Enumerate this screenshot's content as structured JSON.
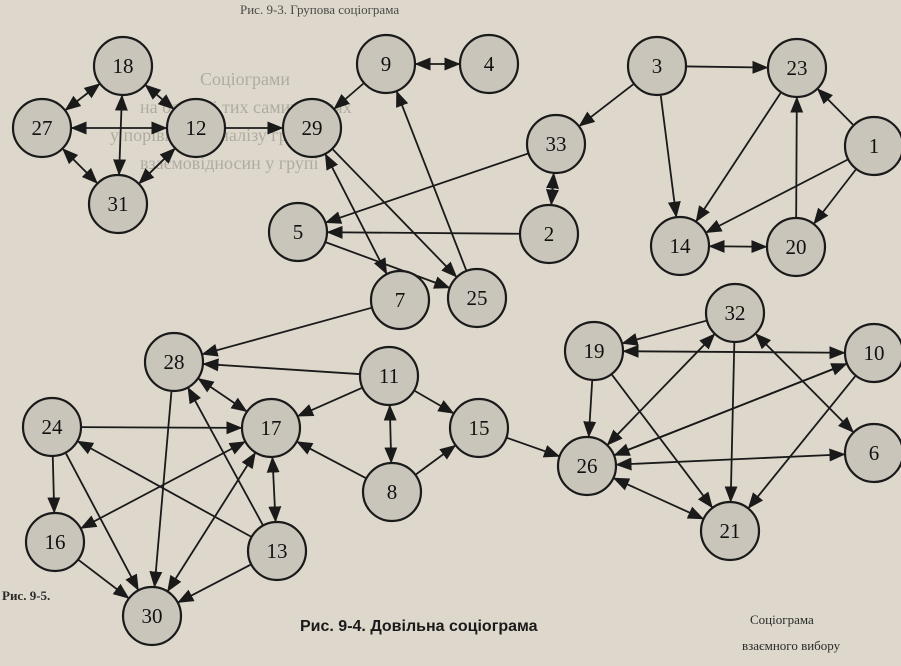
{
  "caption": "Рис. 9-4. Довільна соціограма",
  "background_text": [
    "Соціограми",
    "на одних і тих самих людях",
    "у порівнянні аналізу груп",
    "взаємовідносин у групі"
  ],
  "corner_fragments": {
    "top": "Рис. 9-3. Групова соціограма",
    "bottom_left_1": "Рис. 9-5.",
    "bottom_left_2": "Соціограма",
    "bottom_left_3": "взаємного вибору"
  },
  "nodes": [
    {
      "id": "18"
    },
    {
      "id": "27"
    },
    {
      "id": "12"
    },
    {
      "id": "31"
    },
    {
      "id": "29"
    },
    {
      "id": "9"
    },
    {
      "id": "4"
    },
    {
      "id": "3"
    },
    {
      "id": "23"
    },
    {
      "id": "1"
    },
    {
      "id": "33"
    },
    {
      "id": "5"
    },
    {
      "id": "2"
    },
    {
      "id": "14"
    },
    {
      "id": "20"
    },
    {
      "id": "7"
    },
    {
      "id": "25"
    },
    {
      "id": "32"
    },
    {
      "id": "10"
    },
    {
      "id": "19"
    },
    {
      "id": "28"
    },
    {
      "id": "11"
    },
    {
      "id": "24"
    },
    {
      "id": "17"
    },
    {
      "id": "15"
    },
    {
      "id": "26"
    },
    {
      "id": "6"
    },
    {
      "id": "8"
    },
    {
      "id": "21"
    },
    {
      "id": "16"
    },
    {
      "id": "13"
    },
    {
      "id": "30"
    }
  ],
  "edges": [
    {
      "from": "27",
      "to": "18",
      "bi": true
    },
    {
      "from": "18",
      "to": "12",
      "bi": true
    },
    {
      "from": "27",
      "to": "12",
      "bi": true
    },
    {
      "from": "27",
      "to": "31",
      "bi": true
    },
    {
      "from": "12",
      "to": "31",
      "bi": true
    },
    {
      "from": "18",
      "to": "31",
      "bi": true
    },
    {
      "from": "12",
      "to": "29",
      "bi": false
    },
    {
      "from": "9",
      "to": "29",
      "bi": false
    },
    {
      "from": "9",
      "to": "4",
      "bi": true
    },
    {
      "from": "25",
      "to": "9",
      "bi": false
    },
    {
      "from": "3",
      "to": "23",
      "bi": false
    },
    {
      "from": "3",
      "to": "33",
      "bi": false
    },
    {
      "from": "3",
      "to": "14",
      "bi": false
    },
    {
      "from": "1",
      "to": "23",
      "bi": false
    },
    {
      "from": "1",
      "to": "20",
      "bi": false
    },
    {
      "from": "20",
      "to": "23",
      "bi": false
    },
    {
      "from": "23",
      "to": "14",
      "bi": false
    },
    {
      "from": "1",
      "to": "14",
      "bi": false
    },
    {
      "from": "14",
      "to": "20",
      "bi": true
    },
    {
      "from": "33",
      "to": "2",
      "bi": true
    },
    {
      "from": "33",
      "to": "5",
      "bi": false
    },
    {
      "from": "2",
      "to": "5",
      "bi": false
    },
    {
      "from": "29",
      "to": "7",
      "bi": true
    },
    {
      "from": "29",
      "to": "25",
      "bi": false
    },
    {
      "from": "5",
      "to": "25",
      "bi": false
    },
    {
      "from": "7",
      "to": "28",
      "bi": false
    },
    {
      "from": "11",
      "to": "28",
      "bi": false
    },
    {
      "from": "11",
      "to": "17",
      "bi": false
    },
    {
      "from": "11",
      "to": "15",
      "bi": false
    },
    {
      "from": "11",
      "to": "8",
      "bi": true
    },
    {
      "from": "8",
      "to": "15",
      "bi": false
    },
    {
      "from": "8",
      "to": "17",
      "bi": false
    },
    {
      "from": "15",
      "to": "26",
      "bi": false
    },
    {
      "from": "24",
      "to": "17",
      "bi": false
    },
    {
      "from": "24",
      "to": "16",
      "bi": false
    },
    {
      "from": "24",
      "to": "30",
      "bi": false
    },
    {
      "from": "28",
      "to": "17",
      "bi": true
    },
    {
      "from": "28",
      "to": "30",
      "bi": false
    },
    {
      "from": "16",
      "to": "17",
      "bi": true
    },
    {
      "from": "17",
      "to": "13",
      "bi": true
    },
    {
      "from": "17",
      "to": "30",
      "bi": true
    },
    {
      "from": "13",
      "to": "24",
      "bi": false
    },
    {
      "from": "13",
      "to": "28",
      "bi": false
    },
    {
      "from": "16",
      "to": "30",
      "bi": false
    },
    {
      "from": "13",
      "to": "30",
      "bi": false
    },
    {
      "from": "19",
      "to": "10",
      "bi": true
    },
    {
      "from": "19",
      "to": "26",
      "bi": false
    },
    {
      "from": "19",
      "to": "21",
      "bi": false
    },
    {
      "from": "32",
      "to": "26",
      "bi": true
    },
    {
      "from": "32",
      "to": "6",
      "bi": true
    },
    {
      "from": "32",
      "to": "21",
      "bi": false
    },
    {
      "from": "10",
      "to": "26",
      "bi": false
    },
    {
      "from": "10",
      "to": "21",
      "bi": false
    },
    {
      "from": "26",
      "to": "6",
      "bi": true
    },
    {
      "from": "26",
      "to": "21",
      "bi": true
    },
    {
      "from": "32",
      "to": "19",
      "bi": false
    },
    {
      "from": "26",
      "to": "10",
      "bi": false
    }
  ]
}
